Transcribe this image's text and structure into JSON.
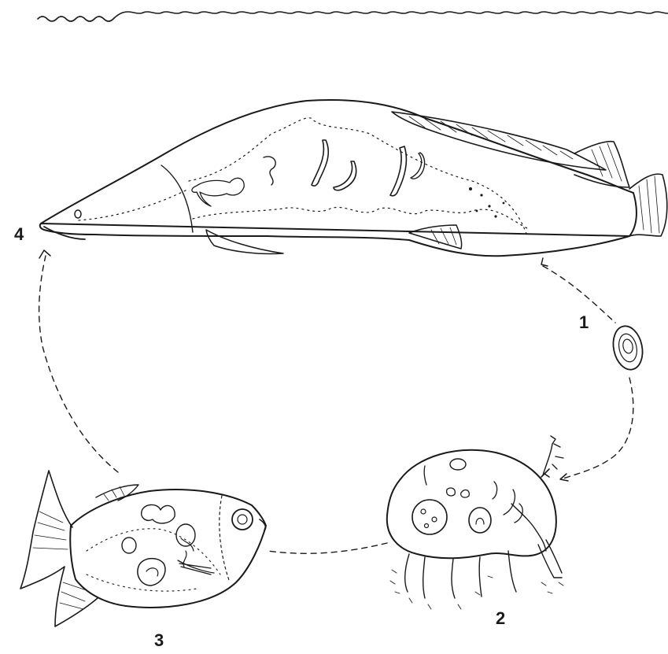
{
  "diagram": {
    "type": "life-cycle",
    "colors": {
      "ink": "#1a1a1a",
      "background": "#ffffff"
    },
    "stages": [
      {
        "id": "1",
        "label": "1"
      },
      {
        "id": "2",
        "label": "2"
      },
      {
        "id": "3",
        "label": "3"
      },
      {
        "id": "4",
        "label": "4"
      }
    ]
  }
}
